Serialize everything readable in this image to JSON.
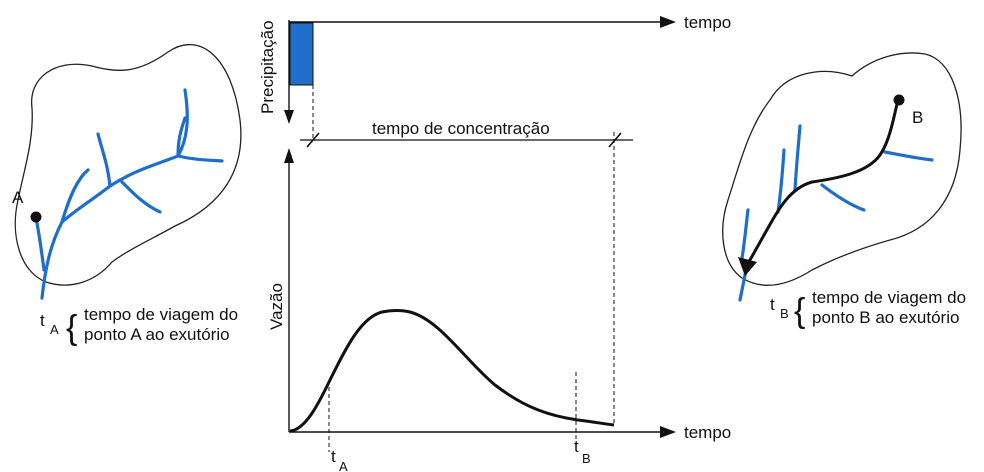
{
  "diagram": {
    "precip_label": "Precipitação",
    "time_label": "tempo",
    "concentration_label": "tempo de concentração",
    "flow_label": "Vazão",
    "point_a_label": "A",
    "point_b_label": "B",
    "t_letter": "t",
    "sub_a": "A",
    "sub_b": "B",
    "legend_a_line1": "tempo de viagem do",
    "legend_a_line2": "ponto A ao exutório",
    "legend_b_line1": "tempo de viagem do",
    "legend_b_line2": "ponto B ao exutório",
    "brace_char": "{",
    "colors": {
      "river": "#1f6ec9",
      "rain_bar": "#1f6ec9",
      "ink": "#111111"
    }
  }
}
